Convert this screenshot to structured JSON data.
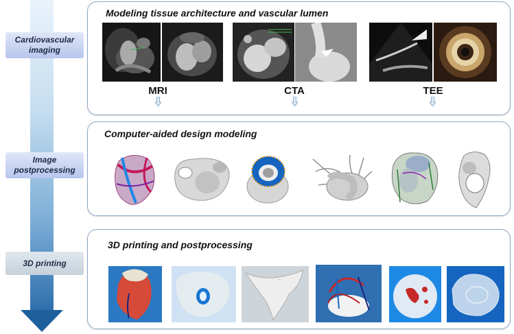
{
  "stages": {
    "imaging": "Cardiovascular imaging",
    "postprocessing": "Image postprocessing",
    "printing": "3D printing"
  },
  "panels": {
    "top_title": "Modeling tissue architecture and vascular lumen",
    "middle_title": "Computer-aided design modeling",
    "bottom_title": "3D printing and postprocessing"
  },
  "modalities": [
    "MRI",
    "CTA",
    "TEE"
  ]
}
